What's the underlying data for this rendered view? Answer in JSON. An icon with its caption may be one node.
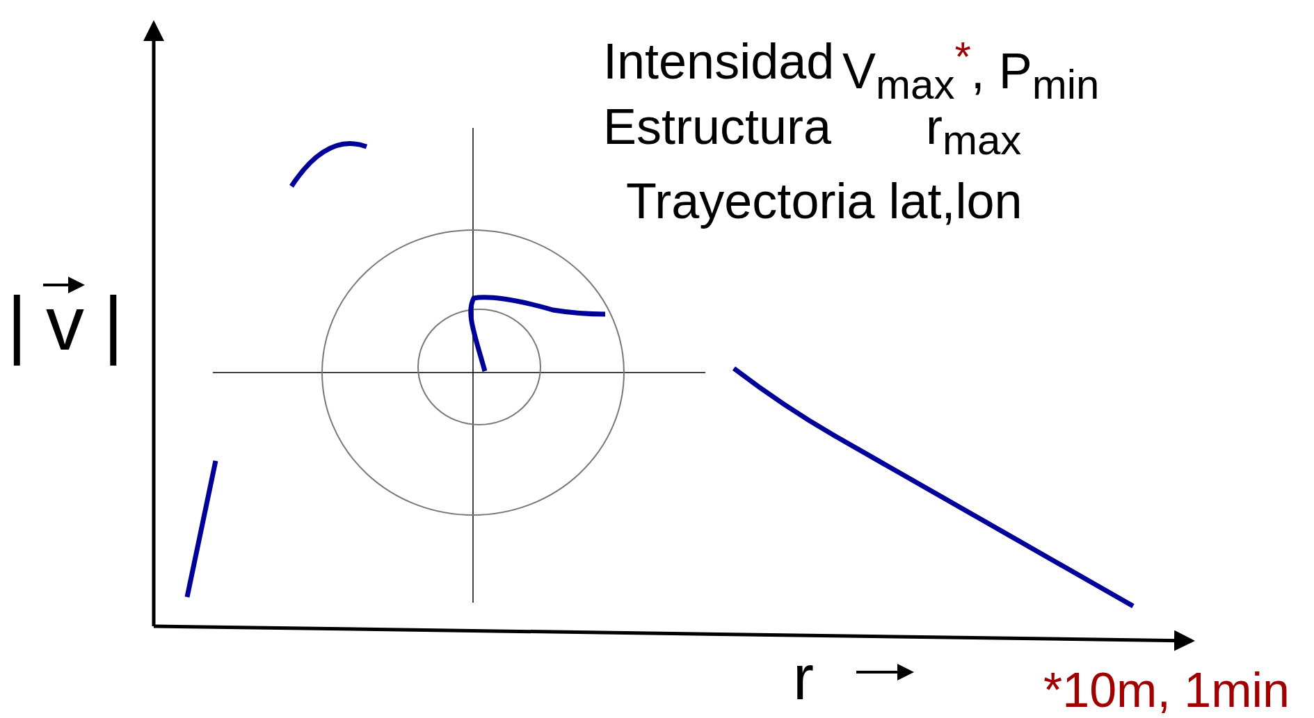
{
  "diagram": {
    "labels": [
      "Intensidad",
      "V$_{max}$$^{*}$, P$_{min}$",
      "Estructura",
      "r$_{max}$",
      "Trayectoria lat,lon",
      "|v|",
      "r",
      "*10m, 1min"
    ]
  }
}
